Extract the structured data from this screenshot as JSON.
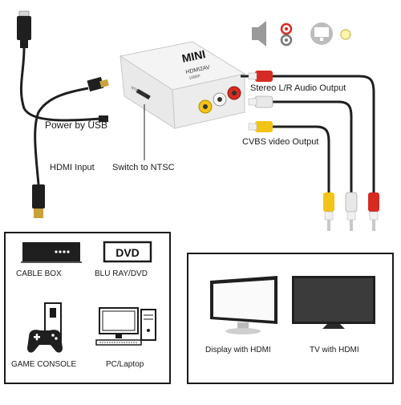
{
  "device": {
    "brand": "MINI",
    "model": "HDMI2AV",
    "spec": "1080P",
    "switch_label": "NTSC PAL"
  },
  "labels": {
    "power_by_usb": "Power by USB",
    "hdmi_input": "HDMI Input",
    "switch_to_ntsc": "Switch to NTSC",
    "stereo_audio_output": "Stereo L/R Audio Output",
    "cvbs_video_output": "CVBS video Output"
  },
  "sources": {
    "items": [
      {
        "label": "CABLE BOX"
      },
      {
        "label": "BLU RAY/DVD",
        "icon_text": "DVD"
      },
      {
        "label": "GAME CONSOLE"
      },
      {
        "label": "PC/Laptop"
      }
    ]
  },
  "outputs": {
    "items": [
      {
        "label": "Display with HDMI"
      },
      {
        "label": "TV with HDMI"
      }
    ]
  },
  "icons": {
    "top": [
      "speaker-icon",
      "rca-audio-icon",
      "monitor-icon",
      "yellow-dot-icon"
    ]
  },
  "colors": {
    "rca_red": "#d62b22",
    "rca_white": "#e8e8e8",
    "rca_yellow": "#f2c417",
    "hdmi_gold": "#c9a13a",
    "cable_black": "#1f1f1f",
    "device_white": "#f4f4f4"
  }
}
